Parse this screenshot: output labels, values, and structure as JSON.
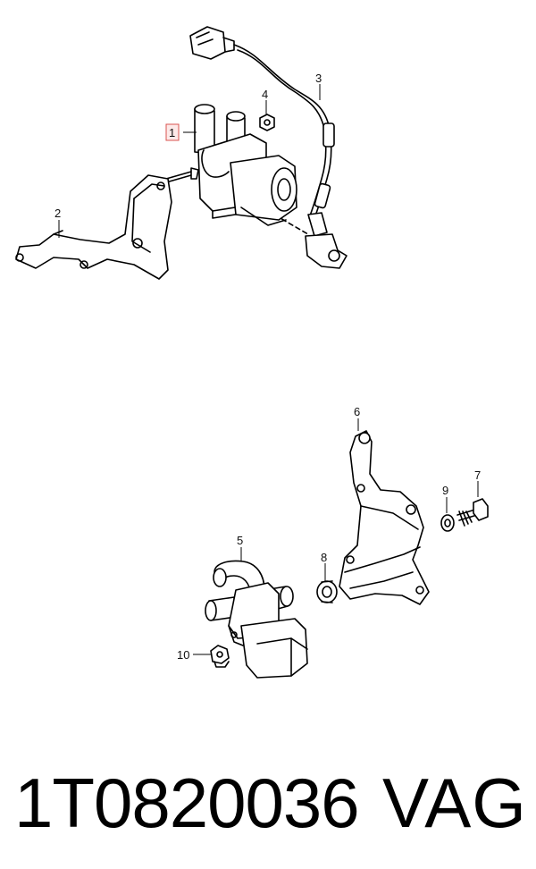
{
  "callouts": {
    "c1": "1",
    "c2": "2",
    "c3": "3",
    "c4": "4",
    "c5": "5",
    "c6": "6",
    "c7": "7",
    "c8": "8",
    "c9": "9",
    "c10": "10"
  },
  "highlight_color": "#d9534f",
  "footer": {
    "part_number": "1T0820036",
    "brand": "VAG"
  }
}
